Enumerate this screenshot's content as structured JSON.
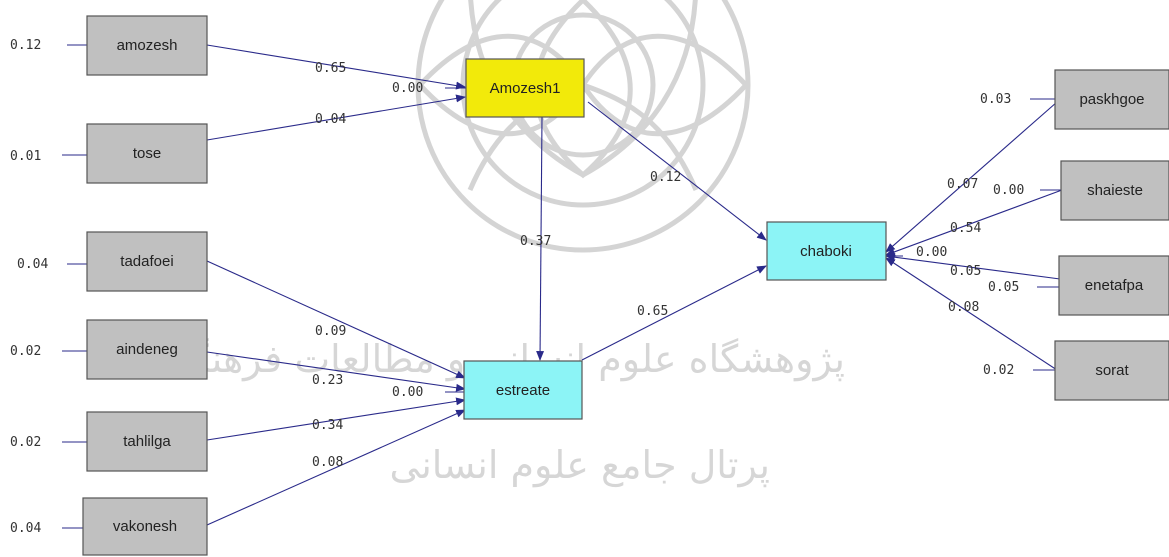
{
  "colors": {
    "observed": "#c0c0c0",
    "exogenous_latent": "#f2ea0a",
    "endogenous_latent": "#8cf4f6",
    "arrow": "#2a2a8a",
    "watermark": "#d4d4d4"
  },
  "watermark": {
    "line1": "پژوهشگاه علوم انسانی و مطالعات فرهنگی",
    "line2": "پرتال جامع علوم انسانی"
  },
  "nodes": {
    "amozesh": {
      "label": "amozesh",
      "error": "0.12"
    },
    "tose": {
      "label": "tose",
      "error": "0.01"
    },
    "tadafoei": {
      "label": "tadafoei",
      "error": "0.04"
    },
    "aindeneg": {
      "label": "aindeneg",
      "error": "0.02"
    },
    "tahlilga": {
      "label": "tahlilga",
      "error": "0.02"
    },
    "vakonesh": {
      "label": "vakonesh",
      "error": "0.04"
    },
    "amozesh1": {
      "label": "Amozesh1",
      "error": "0.00"
    },
    "estreate": {
      "label": "estreate",
      "error": "0.00"
    },
    "chaboki": {
      "label": "chaboki",
      "error": "0.00"
    },
    "paskhgoe": {
      "label": "paskhgoe",
      "error": "0.03"
    },
    "shaieste": {
      "label": "shaieste",
      "error": "0.00"
    },
    "enetafpa": {
      "label": "enetafpa",
      "error": "0.05"
    },
    "sorat": {
      "label": "sorat",
      "error": "0.02"
    }
  },
  "paths": {
    "amozesh_to_amozesh1": "0.65",
    "tose_to_amozesh1": "0.04",
    "amozesh1_to_chaboki": "0.12",
    "amozesh1_to_estreate": "0.37",
    "estreate_to_chaboki": "0.65",
    "tadafoei_to_estreate": "0.09",
    "aindeneg_to_estreate": "0.23",
    "tahlilga_to_estreate": "0.34",
    "vakonesh_to_estreate": "0.08",
    "paskhgoe_to_chaboki": "0.07",
    "shaieste_to_chaboki": "0.54",
    "enetafpa_to_chaboki": "0.05",
    "sorat_to_chaboki": "0.08"
  }
}
